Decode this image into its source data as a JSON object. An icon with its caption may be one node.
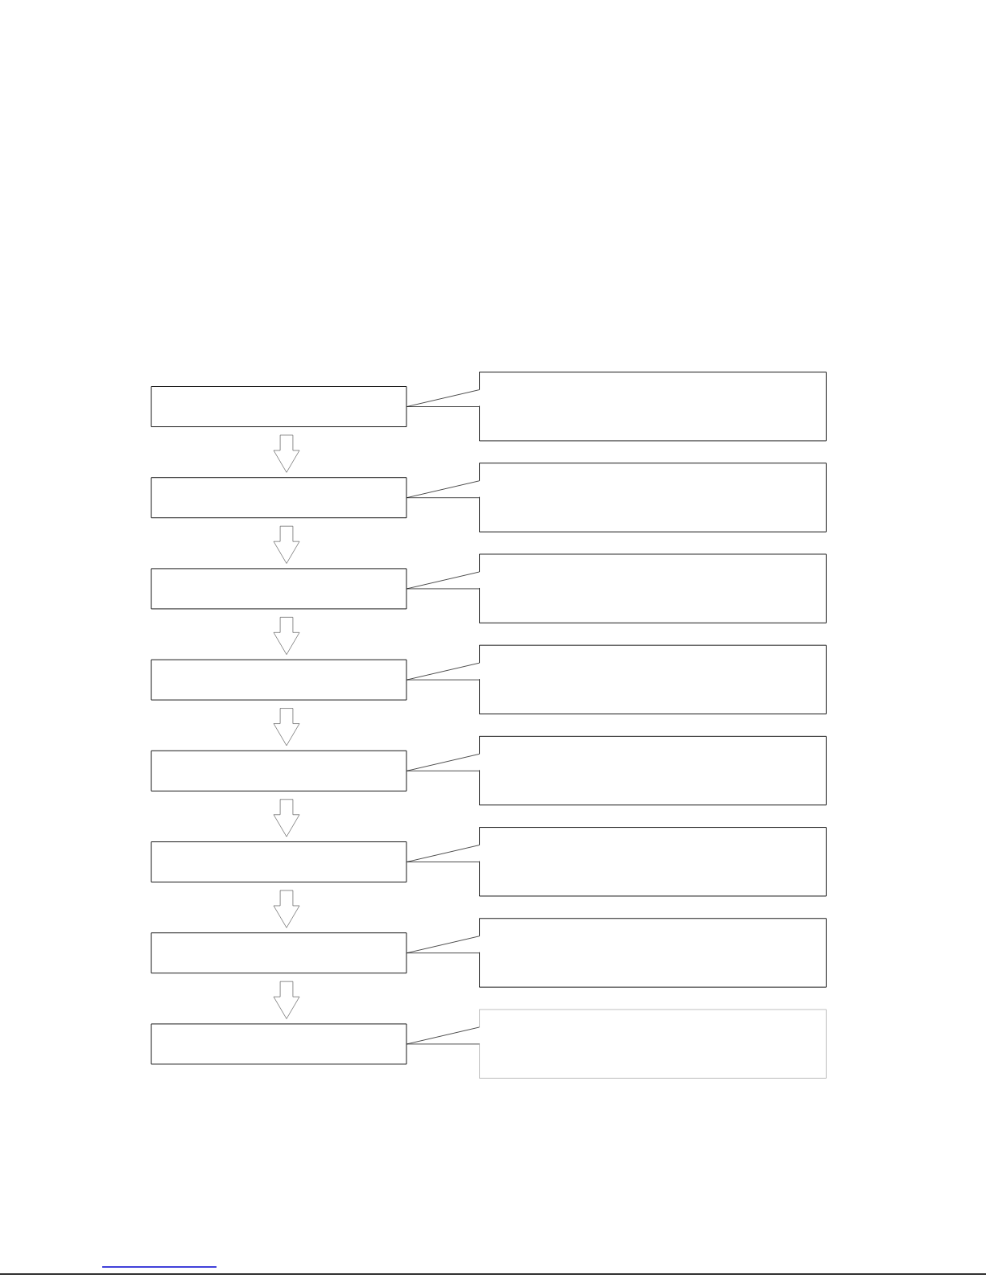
{
  "diagram": {
    "nodes": [
      {
        "text": [],
        "shape": "box"
      },
      {
        "text": [],
        "shape": "callout"
      },
      {
        "text": [],
        "shape": "box"
      },
      {
        "text": [],
        "shape": "callout"
      },
      {
        "text": [],
        "shape": "box"
      },
      {
        "text": [],
        "shape": "callout"
      },
      {
        "text": [],
        "shape": "box"
      },
      {
        "text": [],
        "shape": "callout"
      },
      {
        "text": [],
        "shape": "box"
      },
      {
        "text": [],
        "shape": "callout"
      },
      {
        "text": [],
        "shape": "box"
      },
      {
        "text": [],
        "shape": "callout"
      },
      {
        "text": [],
        "shape": "box"
      },
      {
        "text": [],
        "shape": "callout"
      },
      {
        "text": [],
        "shape": "box"
      },
      {
        "text": [],
        "shape": "callout"
      }
    ],
    "edges": [
      {
        "from": 0,
        "to": 2,
        "arrow": "to"
      },
      {
        "from": 2,
        "to": 4,
        "arrow": "to"
      },
      {
        "from": 4,
        "to": 6,
        "arrow": "to"
      },
      {
        "from": 6,
        "to": 8,
        "arrow": "to"
      },
      {
        "from": 8,
        "to": 10,
        "arrow": "to"
      },
      {
        "from": 10,
        "to": 12,
        "arrow": "to"
      },
      {
        "from": 12,
        "to": 14,
        "arrow": "to"
      },
      {
        "from": 1,
        "to": 0,
        "arrow": "none"
      },
      {
        "from": 3,
        "to": 2,
        "arrow": "none"
      },
      {
        "from": 5,
        "to": 4,
        "arrow": "none"
      },
      {
        "from": 7,
        "to": 6,
        "arrow": "none"
      },
      {
        "from": 9,
        "to": 8,
        "arrow": "none"
      },
      {
        "from": 11,
        "to": 10,
        "arrow": "none"
      },
      {
        "from": 13,
        "to": 12,
        "arrow": "none"
      },
      {
        "from": 15,
        "to": 14,
        "arrow": "none"
      }
    ]
  }
}
